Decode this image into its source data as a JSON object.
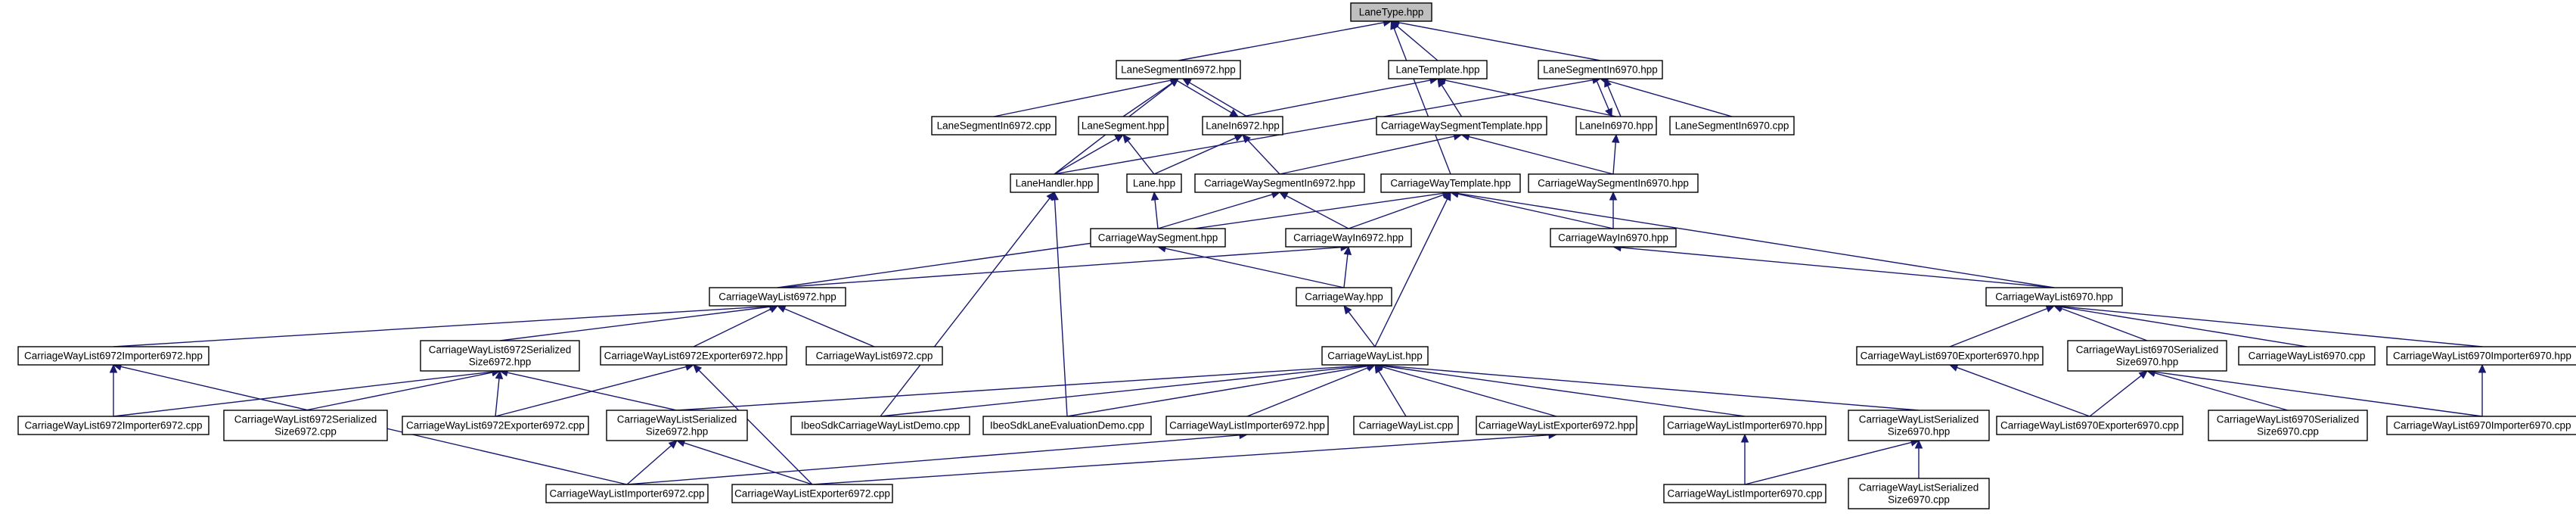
{
  "graph": {
    "nodes": [
      {
        "id": "lanetype_hpp",
        "lines": [
          "LaneType.hpp"
        ],
        "highlighted": true
      },
      {
        "id": "lanesegmentin6972_hpp",
        "lines": [
          "LaneSegmentIn6972.hpp"
        ]
      },
      {
        "id": "lanetemplate_hpp",
        "lines": [
          "LaneTemplate.hpp"
        ]
      },
      {
        "id": "lanesegmentin6970_hpp",
        "lines": [
          "LaneSegmentIn6970.hpp"
        ]
      },
      {
        "id": "lanesegmentin6972_cpp",
        "lines": [
          "LaneSegmentIn6972.cpp"
        ]
      },
      {
        "id": "lanesegment_hpp",
        "lines": [
          "LaneSegment.hpp"
        ]
      },
      {
        "id": "lanein6972_hpp",
        "lines": [
          "LaneIn6972.hpp"
        ]
      },
      {
        "id": "carriagewaysegmenttemplate_hpp",
        "lines": [
          "CarriageWaySegmentTemplate.hpp"
        ]
      },
      {
        "id": "lanein6970_hpp",
        "lines": [
          "LaneIn6970.hpp"
        ]
      },
      {
        "id": "lanesegmentin6970_cpp",
        "lines": [
          "LaneSegmentIn6970.cpp"
        ]
      },
      {
        "id": "lanehandler_hpp",
        "lines": [
          "LaneHandler.hpp"
        ]
      },
      {
        "id": "lane_hpp",
        "lines": [
          "Lane.hpp"
        ]
      },
      {
        "id": "carriagewaysegmentin6972_hpp",
        "lines": [
          "CarriageWaySegmentIn6972.hpp"
        ]
      },
      {
        "id": "carriagewaytemplate_hpp",
        "lines": [
          "CarriageWayTemplate.hpp"
        ]
      },
      {
        "id": "carriagewaysegmentin6970_hpp",
        "lines": [
          "CarriageWaySegmentIn6970.hpp"
        ]
      },
      {
        "id": "carriagewaysegment_hpp",
        "lines": [
          "CarriageWaySegment.hpp"
        ]
      },
      {
        "id": "carriagewayin6972_hpp",
        "lines": [
          "CarriageWayIn6972.hpp"
        ]
      },
      {
        "id": "carriagewayin6970_hpp",
        "lines": [
          "CarriageWayIn6970.hpp"
        ]
      },
      {
        "id": "carriagewaylist6972_hpp",
        "lines": [
          "CarriageWayList6972.hpp"
        ]
      },
      {
        "id": "carriageway_hpp",
        "lines": [
          "CarriageWay.hpp"
        ]
      },
      {
        "id": "carriagewaylist6970_hpp",
        "lines": [
          "CarriageWayList6970.hpp"
        ]
      },
      {
        "id": "cwl6972importer6972_hpp",
        "lines": [
          "CarriageWayList6972Importer6972.hpp"
        ]
      },
      {
        "id": "cwl6972serializedsize6972_hpp",
        "lines": [
          "CarriageWayList6972Serialized",
          "Size6972.hpp"
        ]
      },
      {
        "id": "cwl6972exporter6972_hpp",
        "lines": [
          "CarriageWayList6972Exporter6972.hpp"
        ]
      },
      {
        "id": "carriagewaylist6972_cpp",
        "lines": [
          "CarriageWayList6972.cpp"
        ]
      },
      {
        "id": "carriagewaylist_hpp",
        "lines": [
          "CarriageWayList.hpp"
        ]
      },
      {
        "id": "cwl6970exporter6970_hpp",
        "lines": [
          "CarriageWayList6970Exporter6970.hpp"
        ]
      },
      {
        "id": "cwl6970serializedsize6970_hpp",
        "lines": [
          "CarriageWayList6970Serialized",
          "Size6970.hpp"
        ]
      },
      {
        "id": "carriagewaylist6970_cpp",
        "lines": [
          "CarriageWayList6970.cpp"
        ]
      },
      {
        "id": "cwl6970importer6970_hpp",
        "lines": [
          "CarriageWayList6970Importer6970.hpp"
        ]
      },
      {
        "id": "cwl6972importer6972_cpp",
        "lines": [
          "CarriageWayList6972Importer6972.cpp"
        ]
      },
      {
        "id": "cwl6972serializedsize6972_cpp",
        "lines": [
          "CarriageWayList6972Serialized",
          "Size6972.cpp"
        ]
      },
      {
        "id": "cwl6972exporter6972_cpp",
        "lines": [
          "CarriageWayList6972Exporter6972.cpp"
        ]
      },
      {
        "id": "cwlserializedsize6972_hpp",
        "lines": [
          "CarriageWayListSerialized",
          "Size6972.hpp"
        ]
      },
      {
        "id": "ibeosdkcarriagewaylistdemo_cpp",
        "lines": [
          "IbeoSdkCarriageWayListDemo.cpp"
        ]
      },
      {
        "id": "ibeosdklaneevaluationdemo_cpp",
        "lines": [
          "IbeoSdkLaneEvaluationDemo.cpp"
        ]
      },
      {
        "id": "cwlimporter6972_hpp",
        "lines": [
          "CarriageWayListImporter6972.hpp"
        ]
      },
      {
        "id": "carriagewaylist_cpp",
        "lines": [
          "CarriageWayList.cpp"
        ]
      },
      {
        "id": "cwlexporter6972_hpp",
        "lines": [
          "CarriageWayListExporter6972.hpp"
        ]
      },
      {
        "id": "cwlimporter6970_hpp",
        "lines": [
          "CarriageWayListImporter6970.hpp"
        ]
      },
      {
        "id": "cwlserializedsize6970_hpp",
        "lines": [
          "CarriageWayListSerialized",
          "Size6970.hpp"
        ]
      },
      {
        "id": "cwl6970exporter6970_cpp",
        "lines": [
          "CarriageWayList6970Exporter6970.cpp"
        ]
      },
      {
        "id": "cwl6970serializedsize6970_cpp",
        "lines": [
          "CarriageWayList6970Serialized",
          "Size6970.cpp"
        ]
      },
      {
        "id": "cwl6970importer6970_cpp",
        "lines": [
          "CarriageWayList6970Importer6970.cpp"
        ]
      },
      {
        "id": "cwlimporter6972_cpp",
        "lines": [
          "CarriageWayListImporter6972.cpp"
        ]
      },
      {
        "id": "cwlexporter6972_cpp",
        "lines": [
          "CarriageWayListExporter6972.cpp"
        ]
      },
      {
        "id": "cwlimporter6970_cpp",
        "lines": [
          "CarriageWayListImporter6970.cpp"
        ]
      },
      {
        "id": "cwlserializedsize6970_cpp",
        "lines": [
          "CarriageWayListSerialized",
          "Size6970.cpp"
        ]
      }
    ],
    "edges": [
      [
        "lanesegmentin6972_hpp",
        "lanetype_hpp"
      ],
      [
        "lanetemplate_hpp",
        "lanetype_hpp"
      ],
      [
        "lanesegmentin6970_hpp",
        "lanetype_hpp"
      ],
      [
        "carriagewaytemplate_hpp",
        "lanetype_hpp"
      ],
      [
        "lanesegmentin6972_cpp",
        "lanesegmentin6972_hpp"
      ],
      [
        "lanesegment_hpp",
        "lanesegmentin6972_hpp"
      ],
      [
        "lanein6972_hpp",
        "lanesegmentin6972_hpp"
      ],
      [
        "lanesegmentin6972_hpp",
        "lanein6972_hpp"
      ],
      [
        "lanehandler_hpp",
        "lanesegmentin6972_hpp"
      ],
      [
        "lanein6972_hpp",
        "lanetemplate_hpp"
      ],
      [
        "carriagewaysegmenttemplate_hpp",
        "lanetemplate_hpp"
      ],
      [
        "lanein6970_hpp",
        "lanetemplate_hpp"
      ],
      [
        "lanein6970_hpp",
        "lanesegmentin6970_hpp"
      ],
      [
        "lanesegmentin6970_hpp",
        "lanein6970_hpp"
      ],
      [
        "lanesegmentin6970_cpp",
        "lanesegmentin6970_hpp"
      ],
      [
        "lanehandler_hpp",
        "lanesegmentin6970_hpp"
      ],
      [
        "lanehandler_hpp",
        "lanesegment_hpp"
      ],
      [
        "lane_hpp",
        "lanesegment_hpp"
      ],
      [
        "lane_hpp",
        "lanein6972_hpp"
      ],
      [
        "carriagewaysegmentin6972_hpp",
        "lanein6972_hpp"
      ],
      [
        "carriagewaysegmentin6972_hpp",
        "carriagewaysegmenttemplate_hpp"
      ],
      [
        "carriagewaysegmentin6970_hpp",
        "carriagewaysegmenttemplate_hpp"
      ],
      [
        "carriagewaysegmentin6970_hpp",
        "lanein6970_hpp"
      ],
      [
        "carriagewaysegment_hpp",
        "lane_hpp"
      ],
      [
        "carriagewaysegment_hpp",
        "carriagewaysegmentin6972_hpp"
      ],
      [
        "carriagewayin6972_hpp",
        "carriagewaysegmentin6972_hpp"
      ],
      [
        "carriagewayin6972_hpp",
        "carriagewaytemplate_hpp"
      ],
      [
        "carriagewayin6970_hpp",
        "carriagewaytemplate_hpp"
      ],
      [
        "carriagewayin6970_hpp",
        "carriagewaysegmentin6970_hpp"
      ],
      [
        "carriagewaylist6972_hpp",
        "carriagewaytemplate_hpp"
      ],
      [
        "carriagewaylist6972_hpp",
        "carriagewayin6972_hpp"
      ],
      [
        "carriagewaylist6970_hpp",
        "carriagewaytemplate_hpp"
      ],
      [
        "carriagewaylist6970_hpp",
        "carriagewayin6970_hpp"
      ],
      [
        "carriagewaylist_hpp",
        "carriagewaytemplate_hpp"
      ],
      [
        "carriageway_hpp",
        "carriagewayin6972_hpp"
      ],
      [
        "carriageway_hpp",
        "carriagewaysegment_hpp"
      ],
      [
        "carriagewaylist_hpp",
        "carriageway_hpp"
      ],
      [
        "cwl6972importer6972_hpp",
        "carriagewaylist6972_hpp"
      ],
      [
        "cwl6972serializedsize6972_hpp",
        "carriagewaylist6972_hpp"
      ],
      [
        "cwl6972exporter6972_hpp",
        "carriagewaylist6972_hpp"
      ],
      [
        "carriagewaylist6972_cpp",
        "carriagewaylist6972_hpp"
      ],
      [
        "cwl6970exporter6970_hpp",
        "carriagewaylist6970_hpp"
      ],
      [
        "cwl6970serializedsize6970_hpp",
        "carriagewaylist6970_hpp"
      ],
      [
        "carriagewaylist6970_cpp",
        "carriagewaylist6970_hpp"
      ],
      [
        "cwl6970importer6970_hpp",
        "carriagewaylist6970_hpp"
      ],
      [
        "cwl6972importer6972_cpp",
        "cwl6972importer6972_hpp"
      ],
      [
        "cwlimporter6972_cpp",
        "cwl6972importer6972_hpp"
      ],
      [
        "cwl6972importer6972_cpp",
        "cwl6972serializedsize6972_hpp"
      ],
      [
        "cwl6972serializedsize6972_cpp",
        "cwl6972serializedsize6972_hpp"
      ],
      [
        "cwl6972exporter6972_cpp",
        "cwl6972serializedsize6972_hpp"
      ],
      [
        "cwlserializedsize6972_hpp",
        "cwl6972serializedsize6972_hpp"
      ],
      [
        "cwl6972exporter6972_cpp",
        "cwl6972exporter6972_hpp"
      ],
      [
        "cwlexporter6972_cpp",
        "cwl6972exporter6972_hpp"
      ],
      [
        "cwlserializedsize6972_hpp",
        "carriagewaylist_hpp"
      ],
      [
        "ibeosdkcarriagewaylistdemo_cpp",
        "carriagewaylist_hpp"
      ],
      [
        "ibeosdklaneevaluationdemo_cpp",
        "carriagewaylist_hpp"
      ],
      [
        "cwlimporter6972_hpp",
        "carriagewaylist_hpp"
      ],
      [
        "carriagewaylist_cpp",
        "carriagewaylist_hpp"
      ],
      [
        "cwlexporter6972_hpp",
        "carriagewaylist_hpp"
      ],
      [
        "cwlimporter6970_hpp",
        "carriagewaylist_hpp"
      ],
      [
        "cwlserializedsize6970_hpp",
        "carriagewaylist_hpp"
      ],
      [
        "ibeosdkcarriagewaylistdemo_cpp",
        "lanehandler_hpp"
      ],
      [
        "ibeosdklaneevaluationdemo_cpp",
        "lanehandler_hpp"
      ],
      [
        "cwl6970exporter6970_cpp",
        "cwl6970exporter6970_hpp"
      ],
      [
        "cwl6970exporter6970_cpp",
        "cwl6970serializedsize6970_hpp"
      ],
      [
        "cwl6970serializedsize6970_cpp",
        "cwl6970serializedsize6970_hpp"
      ],
      [
        "cwl6970importer6970_cpp",
        "cwl6970serializedsize6970_hpp"
      ],
      [
        "cwl6970importer6970_cpp",
        "cwl6970importer6970_hpp"
      ],
      [
        "cwlimporter6972_cpp",
        "cwlserializedsize6972_hpp"
      ],
      [
        "cwlexporter6972_cpp",
        "cwlserializedsize6972_hpp"
      ],
      [
        "cwlimporter6972_cpp",
        "cwlimporter6972_hpp"
      ],
      [
        "cwlexporter6972_cpp",
        "cwlexporter6972_hpp"
      ],
      [
        "cwlimporter6970_cpp",
        "cwlimporter6970_hpp"
      ],
      [
        "cwlimporter6970_cpp",
        "cwlserializedsize6970_hpp"
      ],
      [
        "cwlserializedsize6970_cpp",
        "cwlserializedsize6970_hpp"
      ]
    ]
  }
}
